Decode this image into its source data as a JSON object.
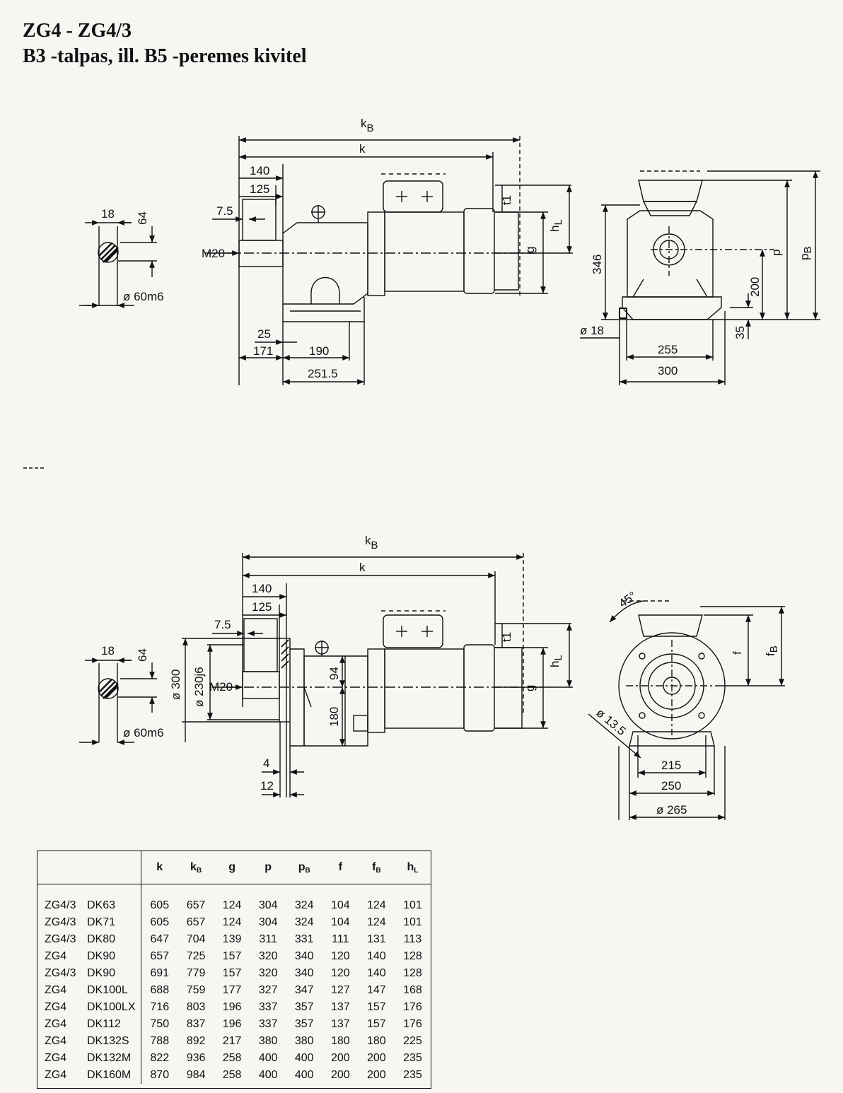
{
  "title": {
    "line1": "ZG4 - ZG4/3",
    "line2": "B3 -talpas,  ill. B5 -peremes  kivitel"
  },
  "b3_view": {
    "side": {
      "kB": "k",
      "kB_sub": "B",
      "k": "k",
      "d140": "140",
      "d125": "125",
      "d7_5": "7.5",
      "m20": "M20",
      "d25": "25",
      "d171": "171",
      "d190": "190",
      "d251_5": "251.5",
      "hL": "h",
      "hL_sub": "L",
      "g": "g",
      "tiny": "t1"
    },
    "shaft": {
      "d18": "18",
      "d64": "64",
      "d60": "ø 60m6"
    },
    "end": {
      "d346": "346",
      "p": "p",
      "pB": "p",
      "pB_sub": "B",
      "d200": "200",
      "d35": "35",
      "d18": "ø 18",
      "d255": "255",
      "d300": "300"
    }
  },
  "b5_view": {
    "side": {
      "kB": "k",
      "kB_sub": "B",
      "k": "k",
      "d140": "140",
      "d125": "125",
      "d7_5": "7.5",
      "m20": "M20",
      "d300": "ø 300",
      "d230": "ø 230j6",
      "d94": "94",
      "d180": "180",
      "d4": "4",
      "d12": "12",
      "hL": "h",
      "hL_sub": "L",
      "g": "g",
      "tiny": "t1"
    },
    "shaft": {
      "d18": "18",
      "d64": "64",
      "d60": "ø 60m6"
    },
    "end": {
      "d45": "45°",
      "f": "f",
      "fB": "f",
      "fB_sub": "B",
      "d13_5": "ø 13.5",
      "d215": "215",
      "d250": "250",
      "d265": "ø 265"
    }
  },
  "table": {
    "headers": [
      {
        "main": "k",
        "sub": ""
      },
      {
        "main": "k",
        "sub": "B"
      },
      {
        "main": "g",
        "sub": ""
      },
      {
        "main": "p",
        "sub": ""
      },
      {
        "main": "p",
        "sub": "B"
      },
      {
        "main": "f",
        "sub": ""
      },
      {
        "main": "f",
        "sub": "B"
      },
      {
        "main": "h",
        "sub": "L"
      }
    ],
    "rows": [
      {
        "a": "ZG4/3",
        "b": "DK63",
        "v": [
          "605",
          "657",
          "124",
          "304",
          "324",
          "104",
          "124",
          "101"
        ]
      },
      {
        "a": "ZG4/3",
        "b": "DK71",
        "v": [
          "605",
          "657",
          "124",
          "304",
          "324",
          "104",
          "124",
          "101"
        ]
      },
      {
        "a": "ZG4/3",
        "b": "DK80",
        "v": [
          "647",
          "704",
          "139",
          "311",
          "331",
          "111",
          "131",
          "113"
        ]
      },
      {
        "a": "ZG4",
        "b": "DK90",
        "v": [
          "657",
          "725",
          "157",
          "320",
          "340",
          "120",
          "140",
          "128"
        ]
      },
      {
        "a": "ZG4/3",
        "b": "DK90",
        "v": [
          "691",
          "779",
          "157",
          "320",
          "340",
          "120",
          "140",
          "128"
        ]
      },
      {
        "a": "ZG4",
        "b": "DK100L",
        "v": [
          "688",
          "759",
          "177",
          "327",
          "347",
          "127",
          "147",
          "168"
        ]
      },
      {
        "a": "ZG4",
        "b": "DK100LX",
        "v": [
          "716",
          "803",
          "196",
          "337",
          "357",
          "137",
          "157",
          "176"
        ]
      },
      {
        "a": "ZG4",
        "b": "DK112",
        "v": [
          "750",
          "837",
          "196",
          "337",
          "357",
          "137",
          "157",
          "176"
        ]
      },
      {
        "a": "ZG4",
        "b": "DK132S",
        "v": [
          "788",
          "892",
          "217",
          "380",
          "380",
          "180",
          "180",
          "225"
        ]
      },
      {
        "a": "ZG4",
        "b": "DK132M",
        "v": [
          "822",
          "936",
          "258",
          "400",
          "400",
          "200",
          "200",
          "235"
        ]
      },
      {
        "a": "ZG4",
        "b": "DK160M",
        "v": [
          "870",
          "984",
          "258",
          "400",
          "400",
          "200",
          "200",
          "235"
        ]
      }
    ]
  }
}
